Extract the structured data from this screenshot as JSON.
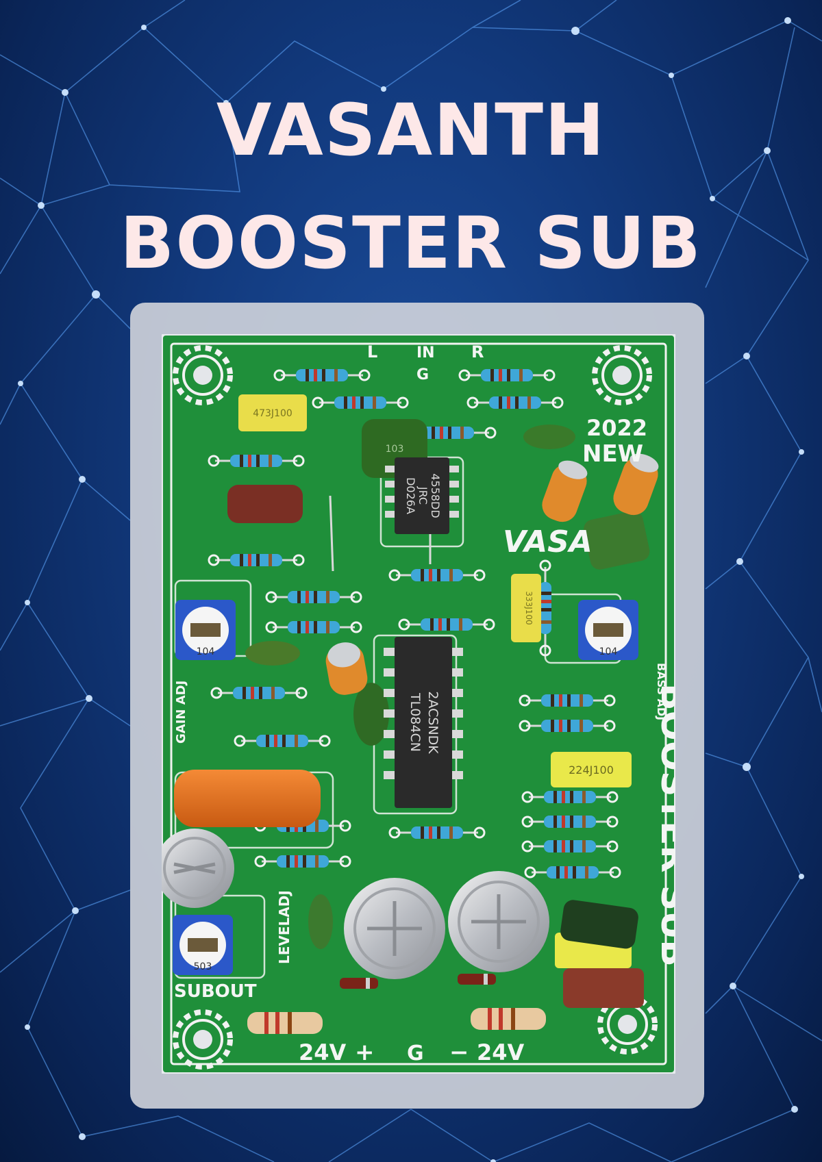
{
  "poster": {
    "title_line1": "VASANTH",
    "title_line2": "BOOSTER SUB",
    "background_color": "#123a7e",
    "title_color": "#fde8e8"
  },
  "board": {
    "color": "#1f8f3a",
    "silkscreen": {
      "in_labels": [
        "L",
        "IN",
        "R"
      ],
      "g_top": "G",
      "year": "2022",
      "new": "NEW",
      "vasa": "VASA",
      "gain_adj": "GAIN ADJ",
      "bass": "BASS ADJ",
      "booster_sub": "BOOSTER SUB",
      "level_adj": "LEVELADJ",
      "subout": "SUBOUT",
      "v_left": "24V",
      "v_right": "24V",
      "plus": "+",
      "minus": "−",
      "g_bottom": "G"
    },
    "components": {
      "cap_473": "473J100",
      "cap_333": "333J100",
      "cap_224": "224J100",
      "cap_103": "103",
      "ic_small_l1": "4558DD",
      "ic_small_l2": "JRC",
      "ic_small_l3": "D026A",
      "ic_big_l1": "2ACSNDK",
      "ic_big_l2": "TL084CN",
      "pot_1": "104",
      "pot_2": "104",
      "pot_3": "503"
    }
  }
}
